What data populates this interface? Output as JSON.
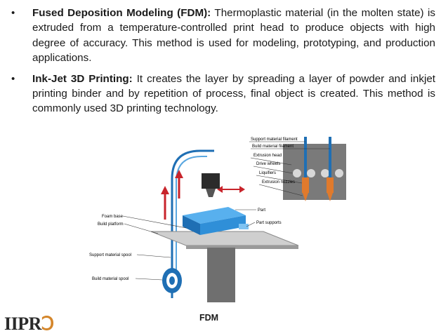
{
  "bullets": [
    {
      "term": "Fused Deposition Modeling (FDM):",
      "text": " Thermoplastic material (in the molten state) is extruded from a temperature-controlled print head to produce objects with high degree of accuracy. This method is used for modeling, prototyping, and production applications."
    },
    {
      "term": "Ink-Jet 3D Printing:",
      "text": " It creates the layer by spreading a layer of powder and inkjet printing binder and by repetition of process, final object is created. This method is commonly used 3D printing technology."
    }
  ],
  "bullet_symbol": "•",
  "figure": {
    "caption": "FDM",
    "labels_right": [
      "Support material filament",
      "Build material filament",
      "Extrusion head",
      "Drive wheels",
      "Liquifiers",
      "Extrusion nozzles"
    ],
    "label_part": "Part",
    "label_part_supports": "Part supports",
    "labels_left": [
      "Foam base",
      "Build platform",
      "Support material spool",
      "Build material spool"
    ]
  },
  "logo": {
    "main": "IIPR",
    "accent": "Ↄ"
  },
  "colors": {
    "body_text": "#1a1a1a",
    "part_blue": "#2f8fd8",
    "arrow_red": "#c8242b",
    "nozzle_orange": "#e07a2c"
  }
}
